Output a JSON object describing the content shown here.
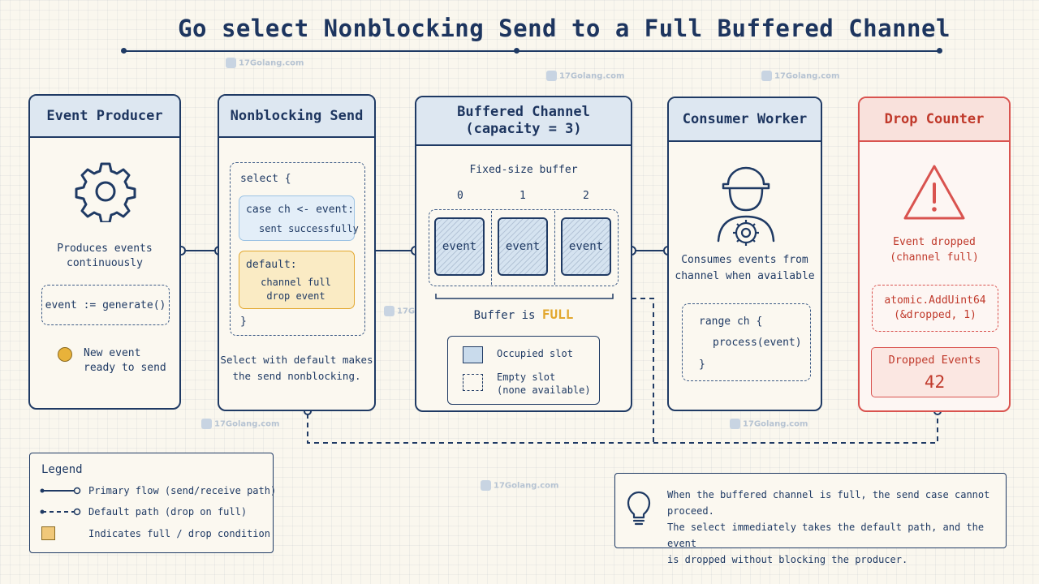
{
  "title": "Go select Nonblocking Send to a Full Buffered Channel",
  "watermark": "17Golang.com",
  "producer": {
    "header": "Event Producer",
    "desc": "Produces events\ncontinuously",
    "code": "event := generate()",
    "note": "New event\nready to send",
    "icon": "gear-icon"
  },
  "send": {
    "header": "Nonblocking Send",
    "select_open": "select {",
    "case_line": "case ch <- event:",
    "case_note": "sent successfully",
    "default_line": "default:",
    "default_note": "channel full\ndrop event",
    "select_close": "}",
    "caption": "Select with default makes\nthe send nonblocking."
  },
  "channel": {
    "header": "Buffered Channel\n(capacity = 3)",
    "buffer_label": "Fixed-size buffer",
    "indices": [
      "0",
      "1",
      "2"
    ],
    "slots": [
      "event",
      "event",
      "event"
    ],
    "status_prefix": "Buffer is ",
    "status_word": "FULL",
    "legend_occupied": "Occupied slot",
    "legend_empty": "Empty slot\n(none available)"
  },
  "consumer": {
    "header": "Consumer Worker",
    "desc": "Consumes events from\nchannel when available",
    "code_open": "range ch {",
    "code_body": "process(event)",
    "code_close": "}",
    "icon": "worker-icon"
  },
  "drop": {
    "header": "Drop Counter",
    "desc": "Event dropped\n(channel full)",
    "code": "atomic.AddUint64\n(&dropped, 1)",
    "counter_label": "Dropped Events",
    "counter_value": "42",
    "icon": "warning-icon"
  },
  "legend": {
    "title": "Legend",
    "items": [
      "Primary flow (send/receive path)",
      "Default path (drop on full)",
      "Indicates full / drop condition"
    ]
  },
  "note": {
    "text": "When the buffered channel is full, the send case cannot proceed.\nThe select immediately takes the default path, and the event\nis dropped without blocking the producer.",
    "icon": "lightbulb-icon"
  },
  "colors": {
    "navy": "#1f3a64",
    "accent_yellow": "#e2a72e",
    "red": "#d9534f"
  }
}
